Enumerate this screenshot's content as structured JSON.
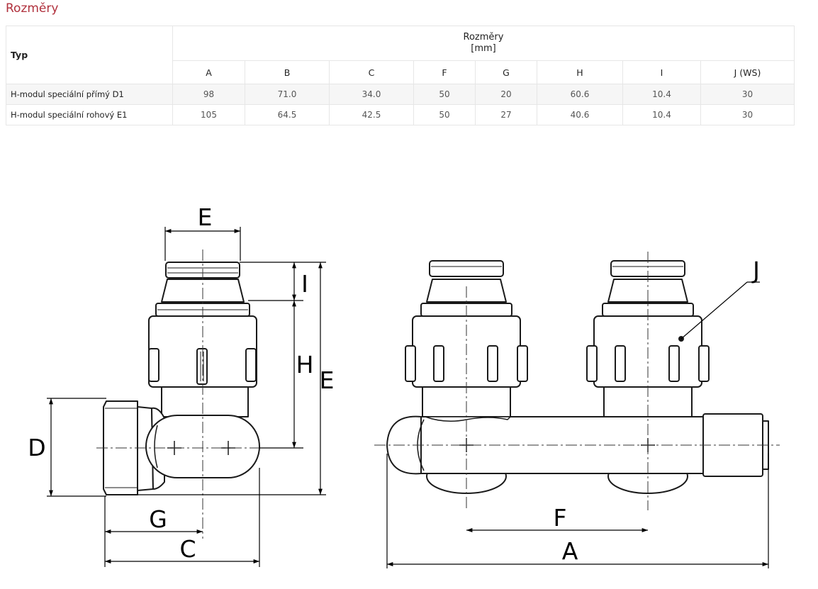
{
  "heading": "Rozměry",
  "table": {
    "type_header": "Typ",
    "group_header": "Rozměry",
    "unit": "[mm]",
    "columns": [
      "A",
      "B",
      "C",
      "F",
      "G",
      "H",
      "I",
      "J (WS)"
    ],
    "rows": [
      {
        "name": "H-modul speciální přímý D1",
        "values": [
          "98",
          "71.0",
          "34.0",
          "50",
          "20",
          "60.6",
          "10.4",
          "30"
        ]
      },
      {
        "name": "H-modul speciální rohový E1",
        "values": [
          "105",
          "64.5",
          "42.5",
          "50",
          "27",
          "40.6",
          "10.4",
          "30"
        ]
      }
    ]
  },
  "drawing_labels": {
    "E_top": "E",
    "I": "I",
    "H": "H",
    "E_side": "E",
    "D": "D",
    "G": "G",
    "C": "C",
    "J": "J",
    "F": "F",
    "A": "A"
  }
}
